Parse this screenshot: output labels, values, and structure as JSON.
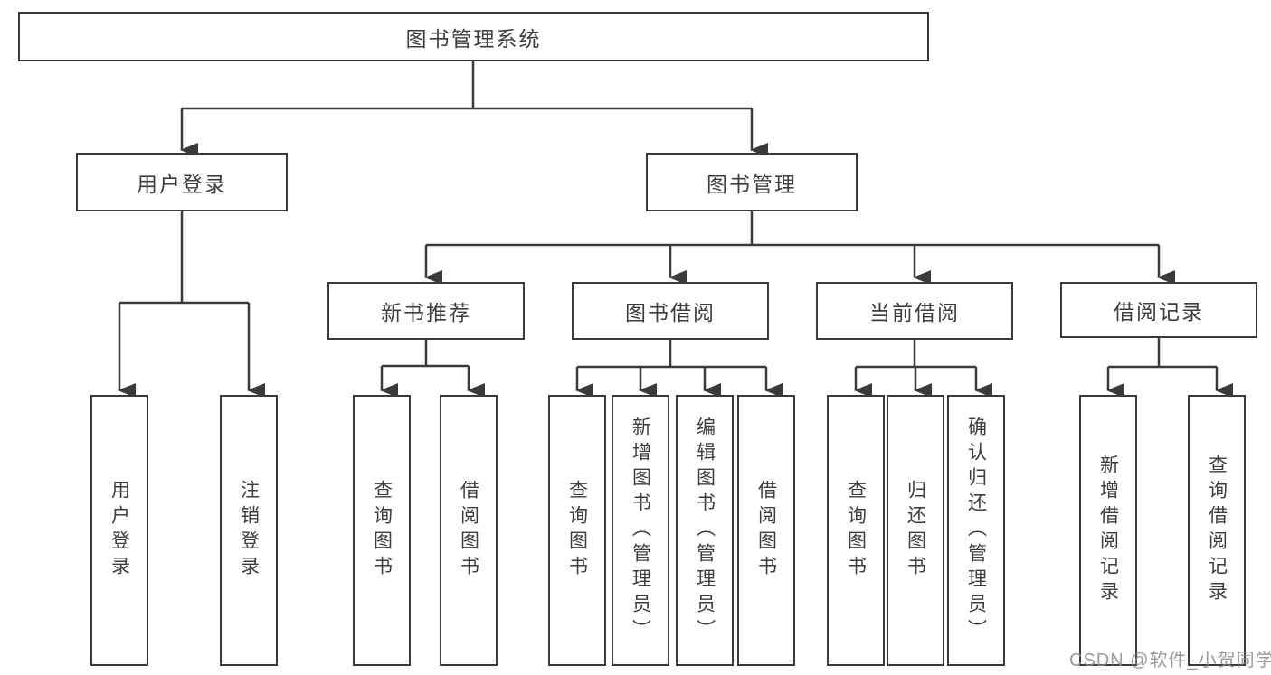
{
  "diagram": {
    "title_node": "root",
    "nodes": {
      "root": {
        "label": "图书管理系统"
      },
      "user_login": {
        "label": "用户登录"
      },
      "book_mgmt": {
        "label": "图书管理"
      },
      "new_book_rec": {
        "label": "新书推荐"
      },
      "book_borrow": {
        "label": "图书借阅"
      },
      "current_borrow": {
        "label": "当前借阅"
      },
      "borrow_records": {
        "label": "借阅记录"
      },
      "login_user_login": {
        "label": "用户登录"
      },
      "login_logout": {
        "label": "注销登录"
      },
      "rec_query_books": {
        "label": "查询图书"
      },
      "rec_borrow_books": {
        "label": "借阅图书"
      },
      "bb_query_books": {
        "label": "查询图书"
      },
      "bb_add_books": {
        "label": "新增图书（管理员）"
      },
      "bb_edit_books": {
        "label": "编辑图书（管理员）"
      },
      "bb_borrow_books": {
        "label": "借阅图书"
      },
      "cb_query_books": {
        "label": "查询图书"
      },
      "cb_return_books": {
        "label": "归还图书"
      },
      "cb_confirm_return": {
        "label": "确认归还（管理员）"
      },
      "br_add_record": {
        "label": "新增借阅记录"
      },
      "br_query_record": {
        "label": "查询借阅记录"
      }
    },
    "edges": [
      [
        "root",
        "user_login"
      ],
      [
        "root",
        "book_mgmt"
      ],
      [
        "user_login",
        "login_user_login"
      ],
      [
        "user_login",
        "login_logout"
      ],
      [
        "book_mgmt",
        "new_book_rec"
      ],
      [
        "book_mgmt",
        "book_borrow"
      ],
      [
        "book_mgmt",
        "current_borrow"
      ],
      [
        "book_mgmt",
        "borrow_records"
      ],
      [
        "new_book_rec",
        "rec_query_books"
      ],
      [
        "new_book_rec",
        "rec_borrow_books"
      ],
      [
        "book_borrow",
        "bb_query_books"
      ],
      [
        "book_borrow",
        "bb_add_books"
      ],
      [
        "book_borrow",
        "bb_edit_books"
      ],
      [
        "book_borrow",
        "bb_borrow_books"
      ],
      [
        "current_borrow",
        "cb_query_books"
      ],
      [
        "current_borrow",
        "cb_return_books"
      ],
      [
        "current_borrow",
        "cb_confirm_return"
      ],
      [
        "borrow_records",
        "br_add_record"
      ],
      [
        "borrow_records",
        "br_query_record"
      ]
    ],
    "colors": {
      "line": "#3a3a3a",
      "box_border": "#3a3a3a",
      "box_fill": "#ffffff",
      "text": "#3d3d3d",
      "watermark": "#8a8a8a",
      "background": "#ffffff"
    }
  },
  "watermark": {
    "text": "CSDN @软件_小贺同学"
  }
}
